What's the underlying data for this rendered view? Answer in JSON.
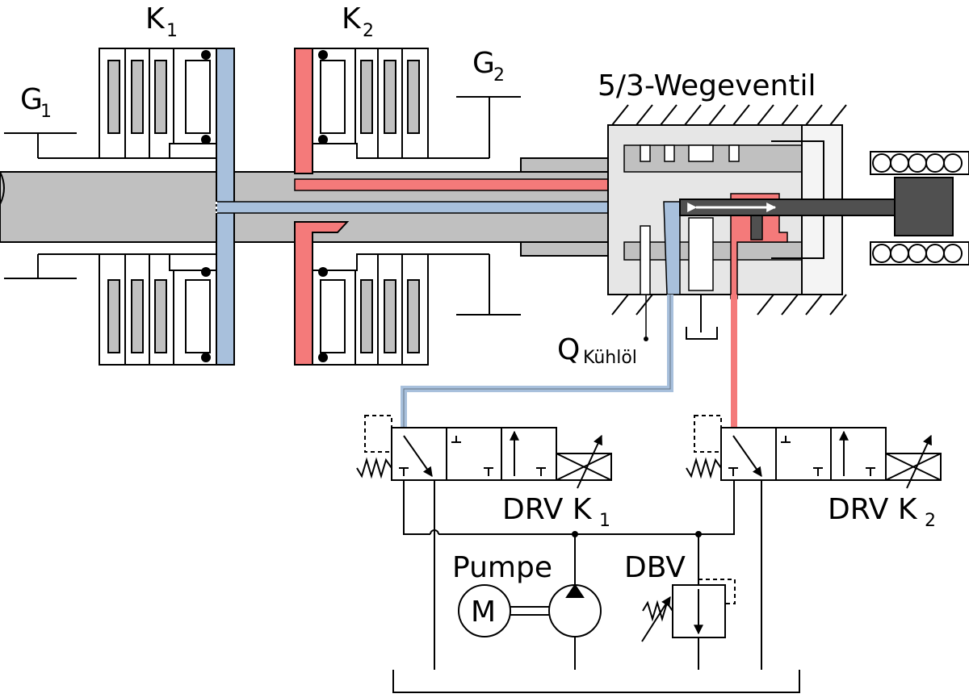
{
  "labels": {
    "g1": {
      "main": "G",
      "sub": "1"
    },
    "k1": {
      "main": "K",
      "sub": "1"
    },
    "k2": {
      "main": "K",
      "sub": "2"
    },
    "g2": {
      "main": "G",
      "sub": "2"
    },
    "valve": "5/3-Wegeventil",
    "coolant": {
      "main": "Q",
      "sub": "Kühlöl"
    },
    "drv_k1": {
      "main": "DRV K",
      "sub": "1"
    },
    "drv_k2": {
      "main": "DRV K",
      "sub": "2"
    },
    "pump": "Pumpe",
    "motor": "M",
    "dbv": "DBV"
  },
  "colors": {
    "k1_oil": "#a8c0dc",
    "k2_oil": "#f47a7a",
    "shaft": "#c0c0c0",
    "housing": "#e6e6e6",
    "piston": "#505050"
  }
}
